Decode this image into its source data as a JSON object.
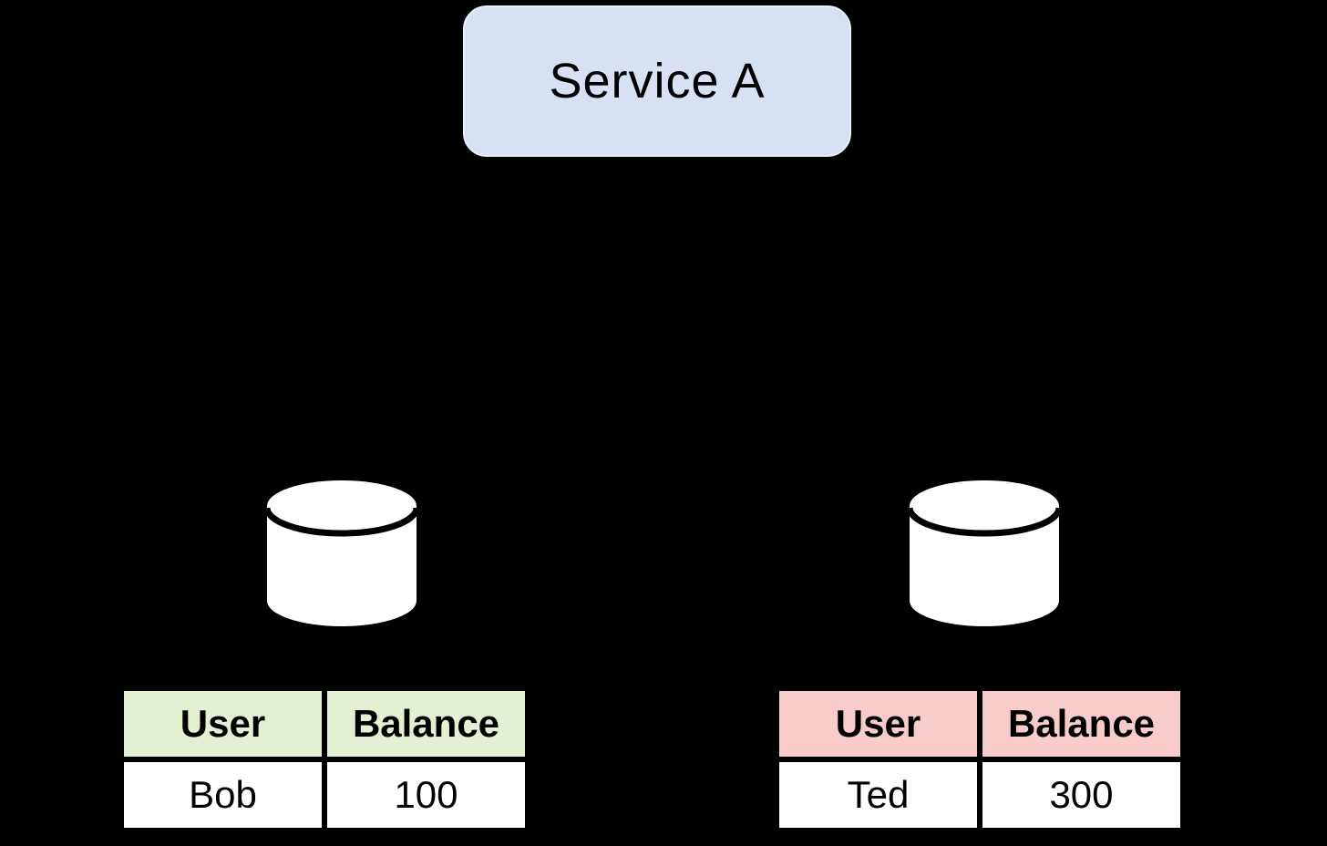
{
  "background_color": "#000000",
  "service_box": {
    "label": "Service A",
    "fill_color": "#d8e1f4",
    "border_color": "#e9effa",
    "text_color": "#000000"
  },
  "databases": {
    "left": {
      "icon": "database-cylinder-icon",
      "fill_color": "#ffffff",
      "seam_color": "#000000"
    },
    "right": {
      "icon": "database-cylinder-icon",
      "fill_color": "#ffffff",
      "seam_color": "#000000"
    }
  },
  "tables": [
    {
      "side": "left",
      "header_fill": "#e3f1d2",
      "cell_fill": "#ffffff",
      "columns": [
        "User",
        "Balance"
      ],
      "rows": [
        [
          "Bob",
          "100"
        ]
      ]
    },
    {
      "side": "right",
      "header_fill": "#f8cccb",
      "cell_fill": "#ffffff",
      "columns": [
        "User",
        "Balance"
      ],
      "rows": [
        [
          "Ted",
          "300"
        ]
      ]
    }
  ]
}
